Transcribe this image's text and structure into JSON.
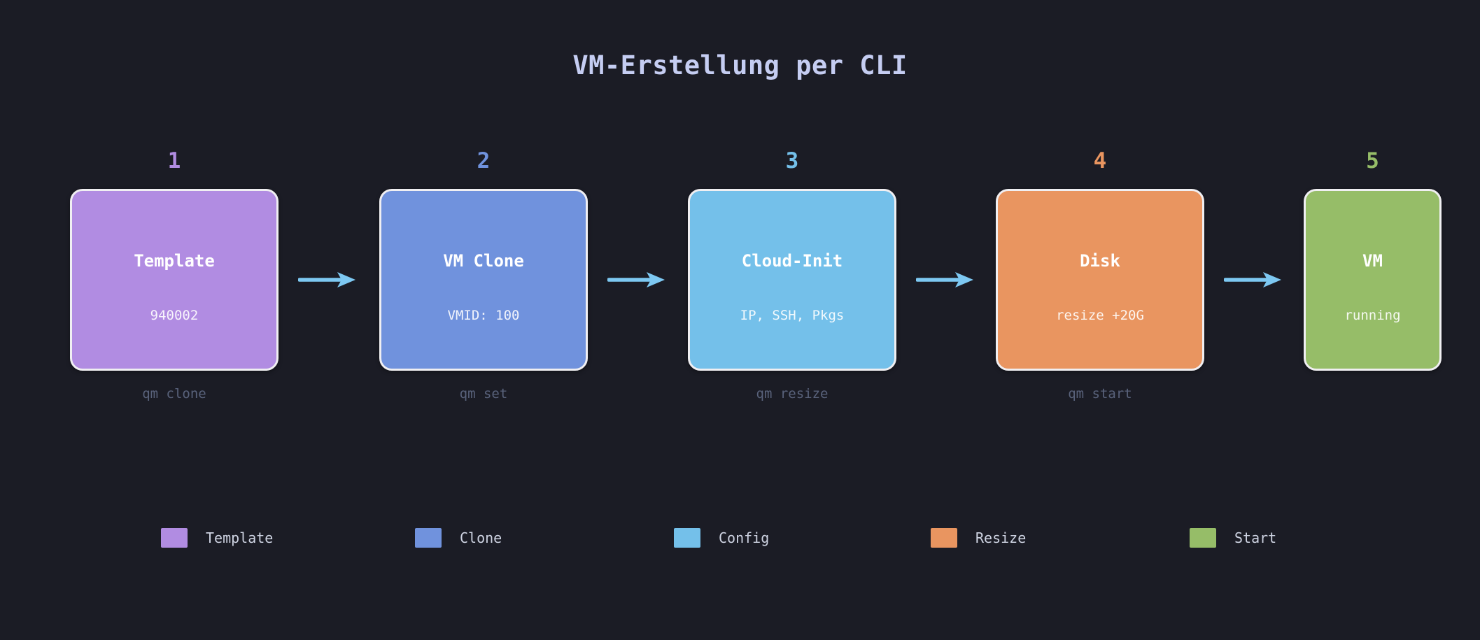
{
  "title": "VM-Erstellung per CLI",
  "steps": [
    {
      "number": "1",
      "label": "Template",
      "sublabel": "940002",
      "caption": "qm clone",
      "color": "#b18ce2"
    },
    {
      "number": "2",
      "label": "VM Clone",
      "sublabel": "VMID: 100",
      "caption": "qm set",
      "color": "#7092dd"
    },
    {
      "number": "3",
      "label": "Cloud-Init",
      "sublabel": "IP, SSH, Pkgs",
      "caption": "qm resize",
      "color": "#74c0ea"
    },
    {
      "number": "4",
      "label": "Disk",
      "sublabel": "resize +20G",
      "caption": "qm start",
      "color": "#e99560"
    },
    {
      "number": "5",
      "label": "VM",
      "sublabel": "running",
      "caption": "",
      "color": "#96bd68"
    }
  ],
  "arrow": {
    "color": "#7dc8f2"
  },
  "legend": {
    "items": [
      {
        "label": "Template",
        "color": "#b18ce2"
      },
      {
        "label": "Clone",
        "color": "#7092dd"
      },
      {
        "label": "Config",
        "color": "#74c0ea"
      },
      {
        "label": "Resize",
        "color": "#e99560"
      },
      {
        "label": "Start",
        "color": "#96bd68"
      }
    ]
  },
  "colors": {
    "background": "#1b1c25",
    "title_text": "#c5cdf2",
    "caption_text": "#59627b",
    "legend_text": "#ced3e2",
    "box_border": "#f0eff2"
  }
}
